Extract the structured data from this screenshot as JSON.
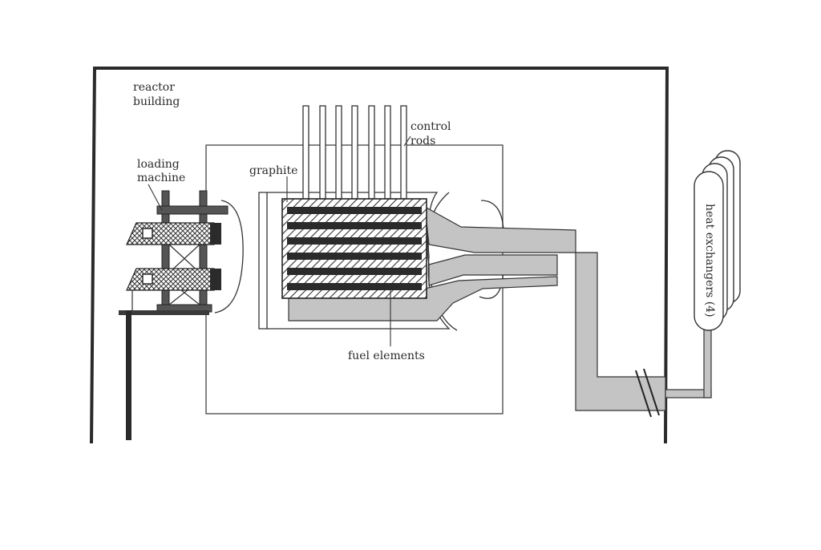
{
  "labels": {
    "reactor_building_line1": "reactor",
    "reactor_building_line2": "building",
    "loading_machine_line1": "loading",
    "loading_machine_line2": "machine",
    "graphite": "graphite",
    "control_rods_line1": "control",
    "control_rods_line2": "rods",
    "fuel_elements": "fuel elements",
    "heat_exchangers": "heat exchangers (4)"
  },
  "colors": {
    "ink": "#2a2a2a",
    "duct_gray": "#c4c4c4",
    "fuel_dark": "#2b2b2b",
    "rod_white": "#ffffff"
  }
}
